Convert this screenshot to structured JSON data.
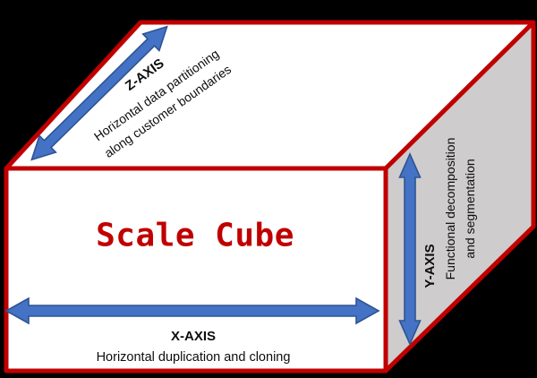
{
  "title": "Scale Cube",
  "colors": {
    "background": "#000000",
    "cube_border": "#c00000",
    "title_text": "#c00000",
    "face_fill": "#ffffff",
    "side_face_fill": "#cecccc",
    "arrow_fill": "#4472c4",
    "arrow_stroke": "#2e5493",
    "text": "#0d0d0d"
  },
  "axes": {
    "x": {
      "label": "X-AXIS",
      "description": "Horizontal duplication and cloning"
    },
    "y": {
      "label": "Y-AXIS",
      "description_line1": "Functional decomposition",
      "description_line2": "and segmentation"
    },
    "z": {
      "label": "Z-AXIS",
      "description_line1": "Horizontal data partitioning",
      "description_line2": "along customer boundaries"
    }
  },
  "icons": {
    "x_arrow": "double-headed-horizontal-arrow",
    "y_arrow": "double-headed-vertical-arrow",
    "z_arrow": "double-headed-diagonal-arrow"
  }
}
